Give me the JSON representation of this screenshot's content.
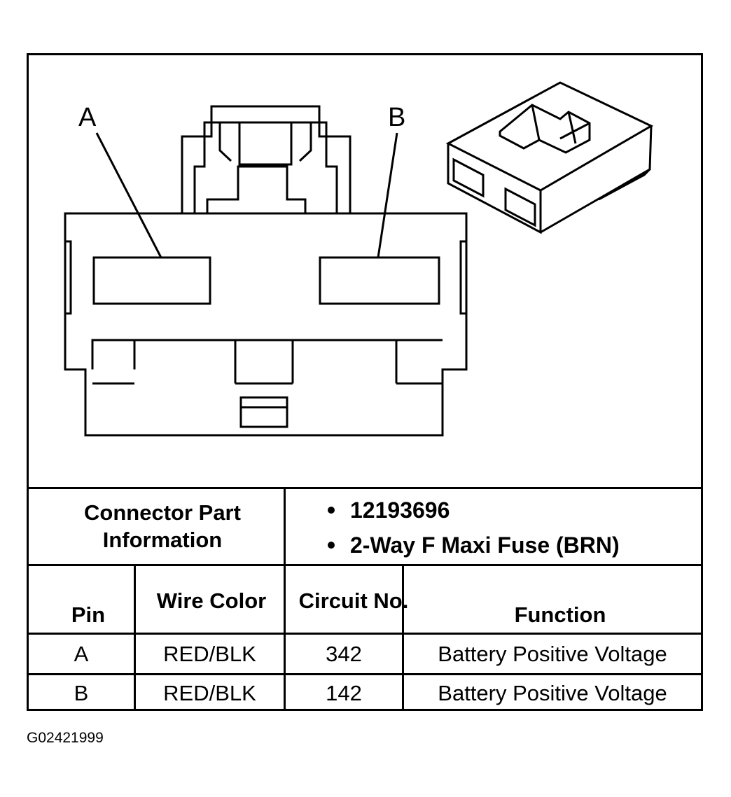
{
  "diagram": {
    "pin_labels": [
      "A",
      "B"
    ]
  },
  "info": {
    "label": "Connector Part Information",
    "items": [
      "12193696",
      "2-Way F Maxi Fuse (BRN)"
    ]
  },
  "table": {
    "headers": {
      "pin": "Pin",
      "wire_color": "Wire Color",
      "circuit_no": "Circuit No.",
      "function": "Function"
    },
    "rows": [
      {
        "pin": "A",
        "wire_color": "RED/BLK",
        "circuit_no": "342",
        "function": "Battery Positive Voltage"
      },
      {
        "pin": "B",
        "wire_color": "RED/BLK",
        "circuit_no": "142",
        "function": "Battery Positive Voltage"
      }
    ]
  },
  "figure_id": "G02421999"
}
